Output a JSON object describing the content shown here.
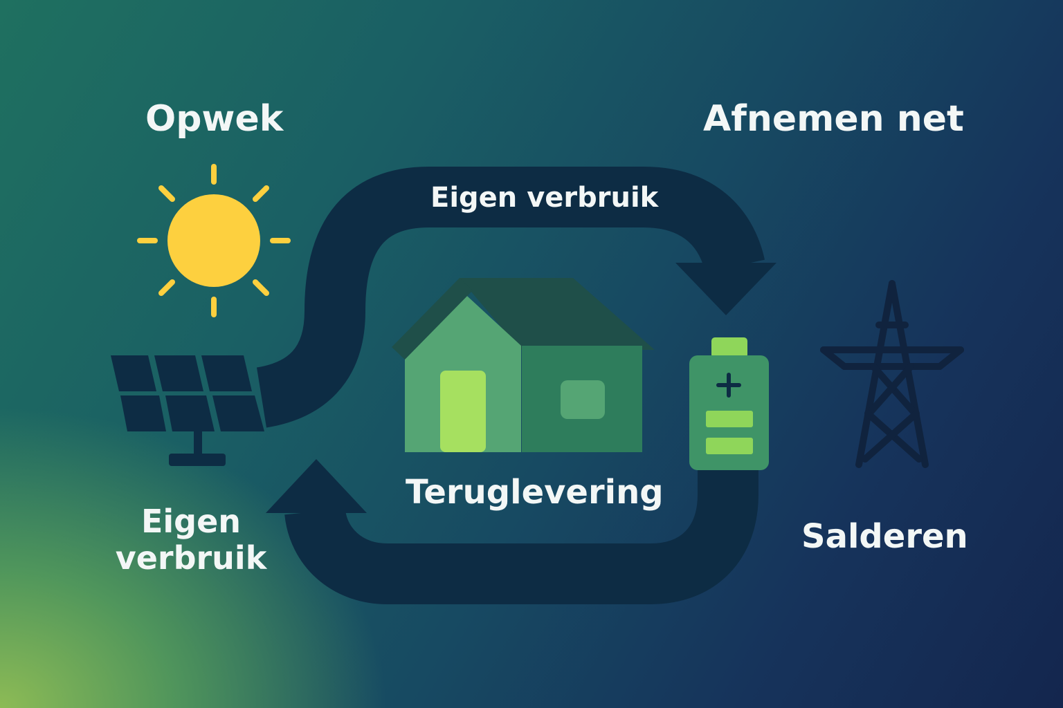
{
  "labels": {
    "opwek": "Opwek",
    "afnemen_net": "Afnemen net",
    "eigen_verbruik_top": "Eigen verbruik",
    "teruglevering": "Teruglevering",
    "eigen_verbruik_bottom": "Eigen verbruik",
    "salderen": "Salderen"
  },
  "icons": {
    "sun": "sun-icon",
    "solar_panel": "solar-panel-icon",
    "house": "house-icon",
    "battery": "battery-icon",
    "pylon": "power-pylon-icon"
  },
  "colors": {
    "arrow": "#0d2c44",
    "sun": "#fdd03f",
    "house_light": "#55a574",
    "house_dark": "#2e7d5c",
    "door": "#a6e060",
    "battery_fill": "#8fd65a",
    "pylon": "#10233e",
    "text": "#f3f7f6"
  }
}
